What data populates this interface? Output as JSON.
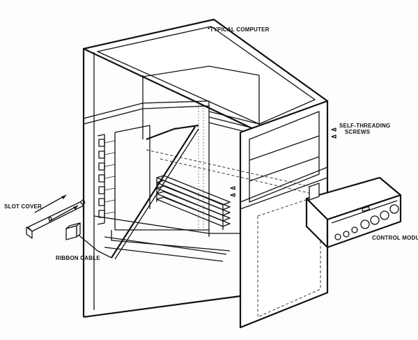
{
  "labels": {
    "typical_computer": "*TYPICAL COMPUTER",
    "self_threading_screws_line1": "SELF-THREADING",
    "self_threading_screws_line2": "SCREWS",
    "slot_cover": "SLOT COVER",
    "ribbon_cable": "RIBBON CABLE",
    "control_module": "CONTROL MODULE"
  },
  "colors": {
    "line": "#111111",
    "background": "#fdfdfd"
  },
  "icons": [
    "computer-case-drawing",
    "control-module-drawing",
    "slot-cover-drawing",
    "ribbon-cable-connector-drawing",
    "screw-icon"
  ]
}
